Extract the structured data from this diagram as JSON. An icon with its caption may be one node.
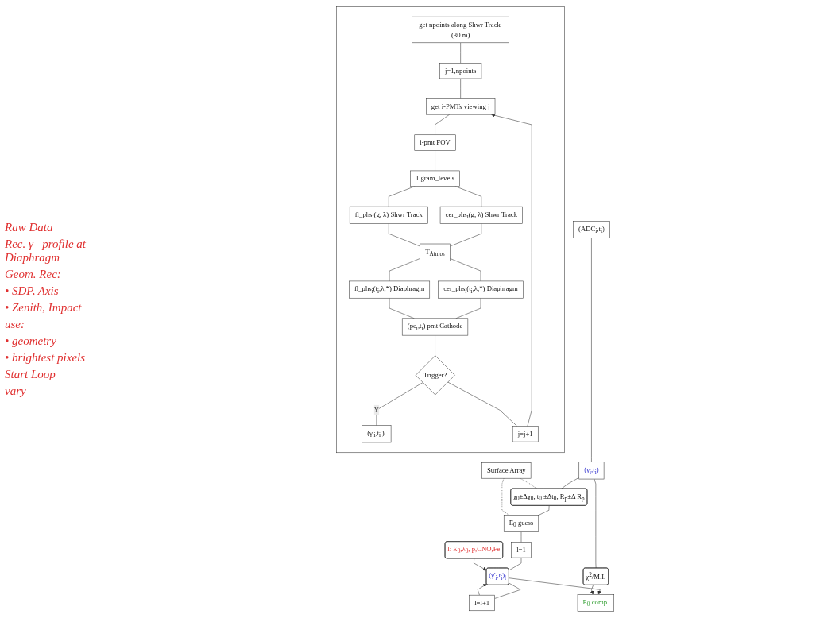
{
  "diagram": {
    "nodes": [
      {
        "text": [
          "(ADC$_{i}$,t$_{i}$)"
        ]
      },
      {
        "text": [
          "(γ$_{i}$,t$_{i}$)"
        ]
      },
      {
        "text": [
          "χ$_{0}$±Δχ$_{0}$, t$_{0}$ ±Δt$_{0}$, R$_{p}$±Δ R$_{p}$"
        ]
      },
      {
        "text": [
          "Surface Array"
        ]
      },
      {
        "text": [
          "E$_{0}$ guess"
        ]
      },
      {
        "text": [
          "l=1"
        ]
      },
      {
        "text": [
          "l: E$_{0}$,λ$_{0}$, p,CNO,Fe"
        ]
      },
      {
        "text": [
          "(γ'$_{i}$,t$_{i}$)$_{l}$"
        ]
      },
      {
        "text": [
          "l=l+1"
        ]
      },
      {
        "text": [
          "χ$^{2}$/M.L"
        ]
      },
      {
        "text": [
          "E$_{0}$ comp."
        ]
      },
      {
        "text": [],
        "shape": "box"
      },
      {
        "text": [
          "get npoints along Shwr Track (30 m)"
        ],
        "in": 11
      },
      {
        "text": [
          "j=1,npoints"
        ],
        "in": 11
      },
      {
        "text": [
          "get i-PMTs viewing j"
        ],
        "in": 11
      },
      {
        "text": [
          "i-pmt FOV"
        ],
        "in": 11
      },
      {
        "text": [
          "1 gram_levels"
        ],
        "in": 11
      },
      {
        "text": [
          "fl_phs$_{i}$(g, λ) Shwr Track"
        ],
        "in": 11
      },
      {
        "text": [
          "cer_phs$_{i}$(g, λ) Shwr Track"
        ],
        "in": 11
      },
      {
        "text": [
          "T$_{Atmos}$"
        ],
        "in": 11
      },
      {
        "text": [
          "fl_phs$_{i}$(t$_{i}$,λ,*) Diaphragm"
        ],
        "in": 11
      },
      {
        "text": [
          "cer_phs$_{i}$(t$_{i}$,λ,*) Diaphragm"
        ],
        "in": 11
      },
      {
        "text": [
          "(pe$_{i}$,t$_{i}$) pmt Cathode"
        ],
        "in": 11
      },
      {
        "text": [
          "Trigger?"
        ],
        "in": 11
      },
      {
        "text": [
          "j=j+1"
        ],
        "in": 11
      },
      {
        "text": [
          "(γ'$_{i}$,t$_{i}$')$_{j}$"
        ],
        "in": 11
      }
    ],
    "edges": [
      {
        "from": 0,
        "to": 1,
        "arrow": "none"
      },
      {
        "from": 1,
        "to": 2,
        "arrow": "none"
      },
      {
        "from": 2,
        "to": 4,
        "arrow": "none"
      },
      {
        "from": 3,
        "to": 2,
        "arrow": "none",
        "style": "dashed"
      },
      {
        "from": 3,
        "to": 4,
        "arrow": "none",
        "style": "dashed"
      },
      {
        "from": 4,
        "to": 5,
        "arrow": "none"
      },
      {
        "from": 5,
        "to": 7,
        "arrow": "none"
      },
      {
        "from": 6,
        "to": 7,
        "arrow": "to"
      },
      {
        "from": 8,
        "to": 7,
        "arrow": "to"
      },
      {
        "from": 7,
        "to": 8,
        "arrow": "none"
      },
      {
        "from": 7,
        "to": 10,
        "arrow": "to"
      },
      {
        "from": 1,
        "to": 9,
        "arrow": "none"
      },
      {
        "from": 9,
        "to": 10,
        "arrow": "to"
      },
      {
        "from": 12,
        "to": 13,
        "arrow": "none"
      },
      {
        "from": 13,
        "to": 14,
        "arrow": "none"
      },
      {
        "from": 14,
        "to": 15,
        "arrow": "none"
      },
      {
        "from": 15,
        "to": 16,
        "arrow": "none"
      },
      {
        "from": 16,
        "to": 17,
        "arrow": "none"
      },
      {
        "from": 16,
        "to": 18,
        "arrow": "none"
      },
      {
        "from": 17,
        "to": 19,
        "arrow": "none"
      },
      {
        "from": 18,
        "to": 19,
        "arrow": "none"
      },
      {
        "from": 19,
        "to": 20,
        "arrow": "none"
      },
      {
        "from": 19,
        "to": 21,
        "arrow": "none"
      },
      {
        "from": 20,
        "to": 22,
        "arrow": "none"
      },
      {
        "from": 21,
        "to": 22,
        "arrow": "none"
      },
      {
        "from": 22,
        "to": 23,
        "arrow": "none"
      },
      {
        "from": 23,
        "to": 25,
        "arrow": "none",
        "label": "Y"
      },
      {
        "from": 23,
        "to": 24,
        "arrow": "none"
      },
      {
        "from": 24,
        "to": 14,
        "arrow": "to"
      }
    ],
    "labels": [
      "Raw Data",
      "Rec. γ– profile at Diaphragm",
      "Geom. Rec:",
      "• SDP, Axis",
      "• Zenith, Impact",
      "use:",
      "• geometry",
      "• brightest pixels",
      "Start Loop",
      "vary"
    ]
  }
}
